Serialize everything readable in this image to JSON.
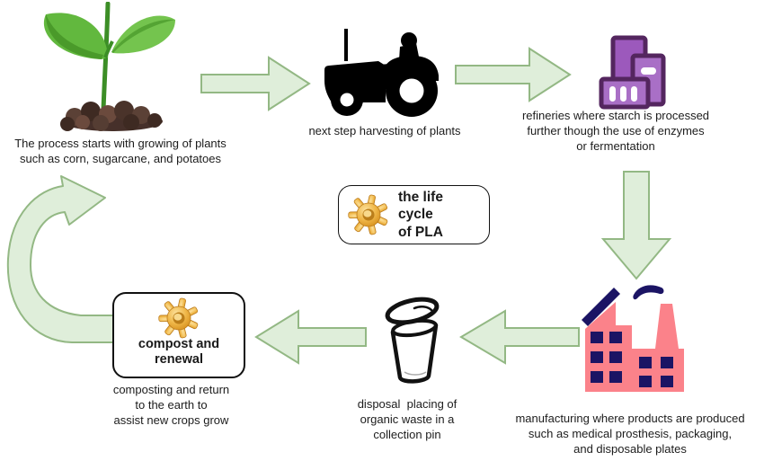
{
  "diagram_title": "the life cycle\nof PLA",
  "center_box": {
    "label": "the life cycle\nof PLA",
    "icon": "gear-icon"
  },
  "steps": {
    "growing": {
      "icon": "seedling-icon",
      "caption": "The process starts with growing of plants\nsuch as corn, sugarcane, and potatoes"
    },
    "harvesting": {
      "icon": "tractor-icon",
      "caption": "next step harvesting of plants"
    },
    "refining": {
      "icon": "refinery-icon",
      "caption": "refineries where starch is processed\nfurther though the use of enzymes\nor fermentation"
    },
    "manufacturing": {
      "icon": "factory-icon",
      "caption": "manufacturing where products are produced\nsuch as medical prosthesis, packaging,\nand disposable plates"
    },
    "disposal": {
      "icon": "trash-bin-icon",
      "caption": "disposal  placing of\norganic waste in a\ncollection pin"
    },
    "composting": {
      "icon": "gear-icon",
      "box_label": "compost and\nrenewal",
      "caption": "composting and return\nto the earth to\nassist new crops grow"
    }
  },
  "arrows": [
    {
      "name": "arrow-plant-to-tractor",
      "direction": "right"
    },
    {
      "name": "arrow-tractor-to-refinery",
      "direction": "right"
    },
    {
      "name": "arrow-refinery-to-factory",
      "direction": "down"
    },
    {
      "name": "arrow-factory-to-trash",
      "direction": "left"
    },
    {
      "name": "arrow-trash-to-compost",
      "direction": "left"
    },
    {
      "name": "arrow-compost-to-plant",
      "direction": "curved-up-right"
    }
  ],
  "colors": {
    "arrow_fill": "#DFEEDA",
    "arrow_stroke": "#93B884",
    "leaf_green": "#62B83E",
    "leaf_dark": "#4A9A2A",
    "stem_green": "#3C8E26",
    "soil_brown": "#4A332A",
    "refinery_purple": "#9C59BC",
    "refinery_light": "#A96FC6",
    "refinery_outline": "#54265F",
    "factory_pink": "#FB828A",
    "factory_navy": "#1B1464",
    "gear_gold": "#F0B84A",
    "text": "#1C1C1C"
  }
}
